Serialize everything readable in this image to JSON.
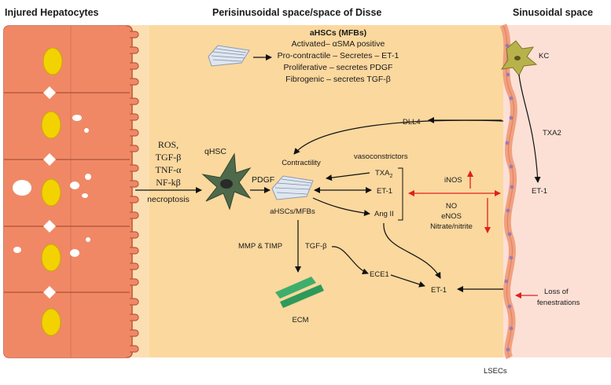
{
  "headers": {
    "left": "Injured Hepatocytes",
    "middle": "Perisinusoidal space/space of Disse",
    "right": "Sinusoidal space"
  },
  "ahsc_box": {
    "title": "aHSCs (MFBs)",
    "lines": [
      "Activated– αSMA positive",
      "Pro-contractile – Secretes – ET-1",
      "Proliferative – secretes PDGF",
      "Fibrogenic – secretes TGF-β"
    ]
  },
  "hepatocyte_signals": [
    "ROS,",
    "TGF-β",
    "TNF-α",
    "NF-kβ"
  ],
  "necroptosis": "necroptosis",
  "labels": {
    "qhsc": "qHSC",
    "pdgf": "PDGF",
    "contractility": "Contractility",
    "vasoconstrictors": "vasoconstrictors",
    "txa": "TXA",
    "txa_sub": "2",
    "et1_mid": "ET-1",
    "ang2": "Ang II",
    "ahscs_mfbs": "aHSCs/MFBs",
    "mmp_timp": "MMP & TIMP",
    "tgfb": "TGF-β",
    "ece1": "ECE1",
    "et1_bottom": "ET-1",
    "ecm": "ECM",
    "dll4": "DLL4",
    "inos": "iNOS",
    "no": "NO",
    "enos": "eNOS",
    "nitrate": "Nitrate/nitrite",
    "kc": "KC",
    "txa2_right": "TXA2",
    "et1_right": "ET-1",
    "loss": "Loss of",
    "fenestrations": "fenestrations",
    "lsecs": "LSECs"
  },
  "colors": {
    "disse": "#fbd89e",
    "sinusoid": "#fce0d6",
    "hepatocyte": "#f08866",
    "hepatocyte_stroke": "#b85a3c",
    "nucleus": "#f2d200",
    "endothelium": "#f2a07f",
    "red_arrow": "#e02020",
    "ecm": "#3fae6c"
  }
}
